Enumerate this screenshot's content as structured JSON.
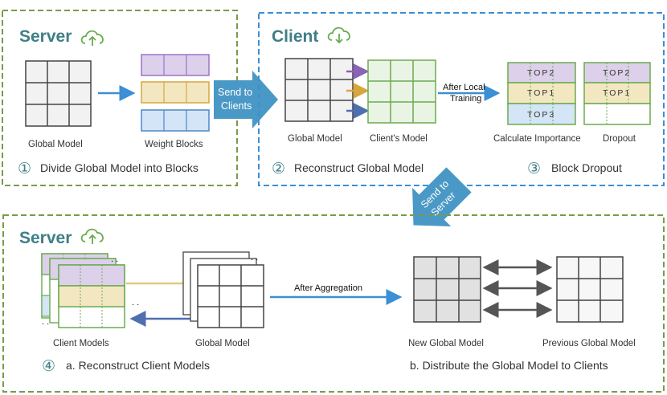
{
  "top_left_server": {
    "title": "Server",
    "global_model_label": "Global Model",
    "weight_blocks_label": "Weight Blocks",
    "step_number": "①",
    "step_text": "Divide Global Model into Blocks"
  },
  "send_to_clients": {
    "line1": "Send to",
    "line2": "Clients"
  },
  "client": {
    "title": "Client",
    "global_model_label": "Global Model",
    "clients_model_label": "Client's Model",
    "after_local_line1": "After Local",
    "after_local_line2": "Training",
    "calculate_importance_label": "Calculate Importance",
    "dropout_label": "Dropout",
    "top2": "TOP2",
    "top1": "TOP1",
    "top3": "TOP3",
    "step2_number": "②",
    "step2_text": "Reconstruct Global Model",
    "step3_number": "③",
    "step3_text": "Block Dropout"
  },
  "send_to_server": {
    "line1": "Send to",
    "line2": "Server"
  },
  "bottom_server": {
    "title": "Server",
    "client_models_label": "Client Models",
    "global_model_label": "Global Model",
    "after_aggregation": "After Aggregation",
    "new_global_model_label": "New Global Model",
    "previous_global_model_label": "Previous Global Model",
    "step4_number": "④",
    "step_a_text": "a. Reconstruct Client Models",
    "step_b_text": "b. Distribute the Global Model to Clients"
  },
  "colors": {
    "server_border": "#7a9a4a",
    "client_border": "#3b8fd4",
    "title": "#3f7f86",
    "purple": "#ddd0ea",
    "purple_border": "#9b72c7",
    "yellow": "#f3e7c2",
    "yellow_border": "#d7a63c",
    "blue": "#d3e5f6",
    "blue_border": "#4f86c7",
    "green_border": "#6aab4e",
    "big_arrow": "#4a98c5",
    "arrow_blue": "#3b8fd4"
  }
}
